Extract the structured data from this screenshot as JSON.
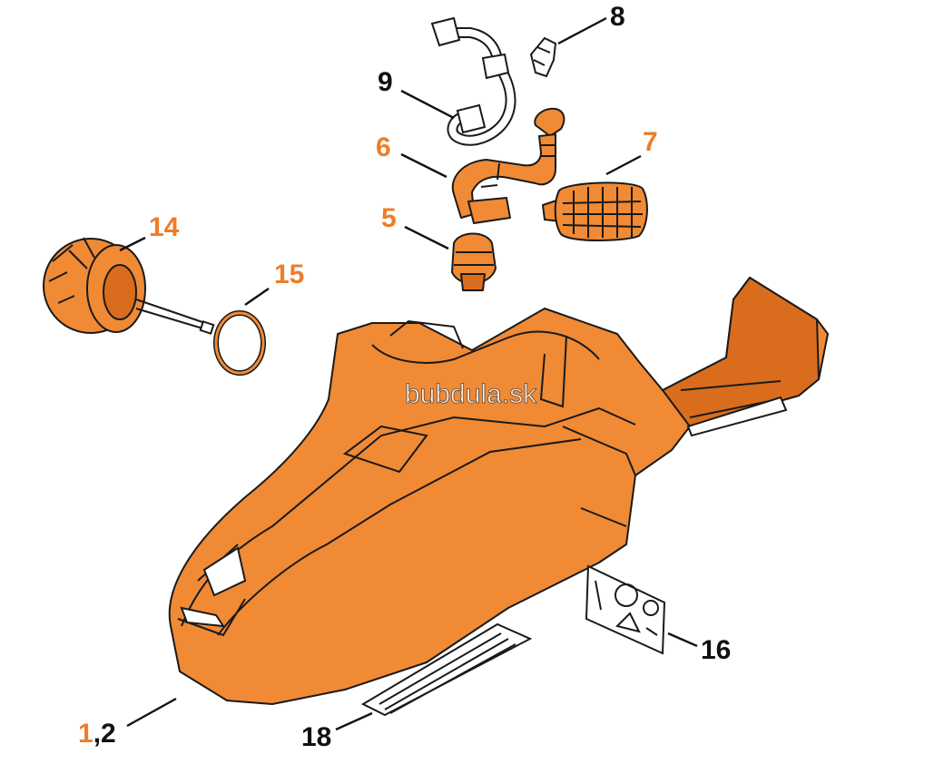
{
  "callouts": {
    "c8": "8",
    "c9": "9",
    "c6": "6",
    "c7": "7",
    "c5": "5",
    "c14": "14",
    "c15": "15",
    "c16": "16",
    "c18": "18",
    "c1_first": "1",
    "c1_rest": ",2"
  },
  "watermark": "bubdula.sk",
  "colors": {
    "accent_orange": "#f08a35",
    "callout_orange": "#ee7d2b",
    "outline": "#1a1a1a"
  }
}
